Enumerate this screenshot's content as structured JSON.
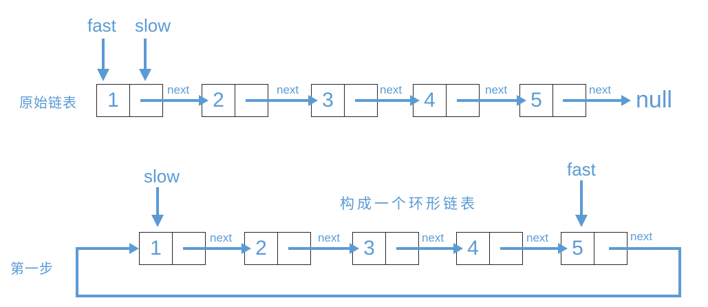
{
  "accent_color": "#5b9bd5",
  "row1": {
    "label": "原始链表",
    "fast_label": "fast",
    "slow_label": "slow",
    "next_label": "next",
    "null_label": "null",
    "nodes": [
      "1",
      "2",
      "3",
      "4",
      "5"
    ]
  },
  "row2": {
    "label": "第一步",
    "caption": "构成一个环形链表",
    "slow_label": "slow",
    "fast_label": "fast",
    "next_label": "next",
    "nodes": [
      "1",
      "2",
      "3",
      "4",
      "5"
    ]
  }
}
